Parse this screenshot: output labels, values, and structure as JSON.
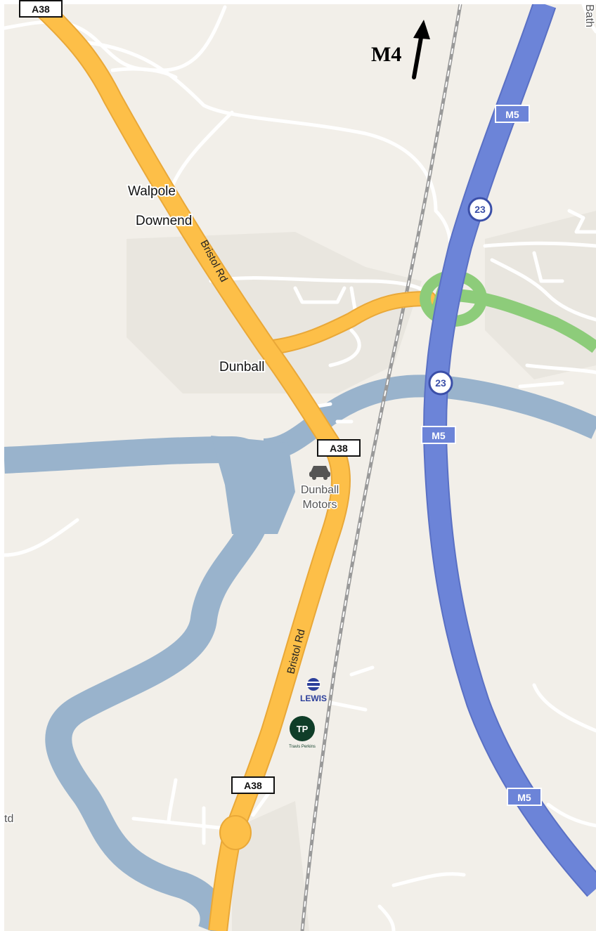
{
  "colors": {
    "land": "#f2efe9",
    "water": "#99b3cc",
    "a_road": "#fdbf48",
    "a_road_casing": "#e9a838",
    "motorway": "#6c84d8",
    "motorway_casing": "#5a70c4",
    "roundabout": "#8dcc7a",
    "minor_road": "#ffffff",
    "railway": "#999999",
    "built_area": "#e9e6df"
  },
  "labels": {
    "m4": "M4",
    "walpole": "Walpole",
    "downend": "Downend",
    "dunball": "Dunball",
    "dunball_motors_1": "Dunball",
    "dunball_motors_2": "Motors",
    "bristol_rd_north": "Bristol Rd",
    "bristol_rd_south": "Bristol Rd",
    "edge_left": "td",
    "edge_top_right": "Bath"
  },
  "shields": {
    "a38_top": "A38",
    "a38_mid": "A38",
    "a38_bottom": "A38",
    "m5_top": "M5",
    "m5_mid": "M5",
    "m5_bottom": "M5",
    "junction_north": "23",
    "junction_south": "23"
  },
  "pois": {
    "lewis_logo": "LEWIS",
    "travis_perkins_logo": "TP",
    "travis_perkins_caption": "Travis Perkins"
  },
  "icons": {
    "car": "car-icon",
    "north_arrow": "north-arrow-icon"
  }
}
